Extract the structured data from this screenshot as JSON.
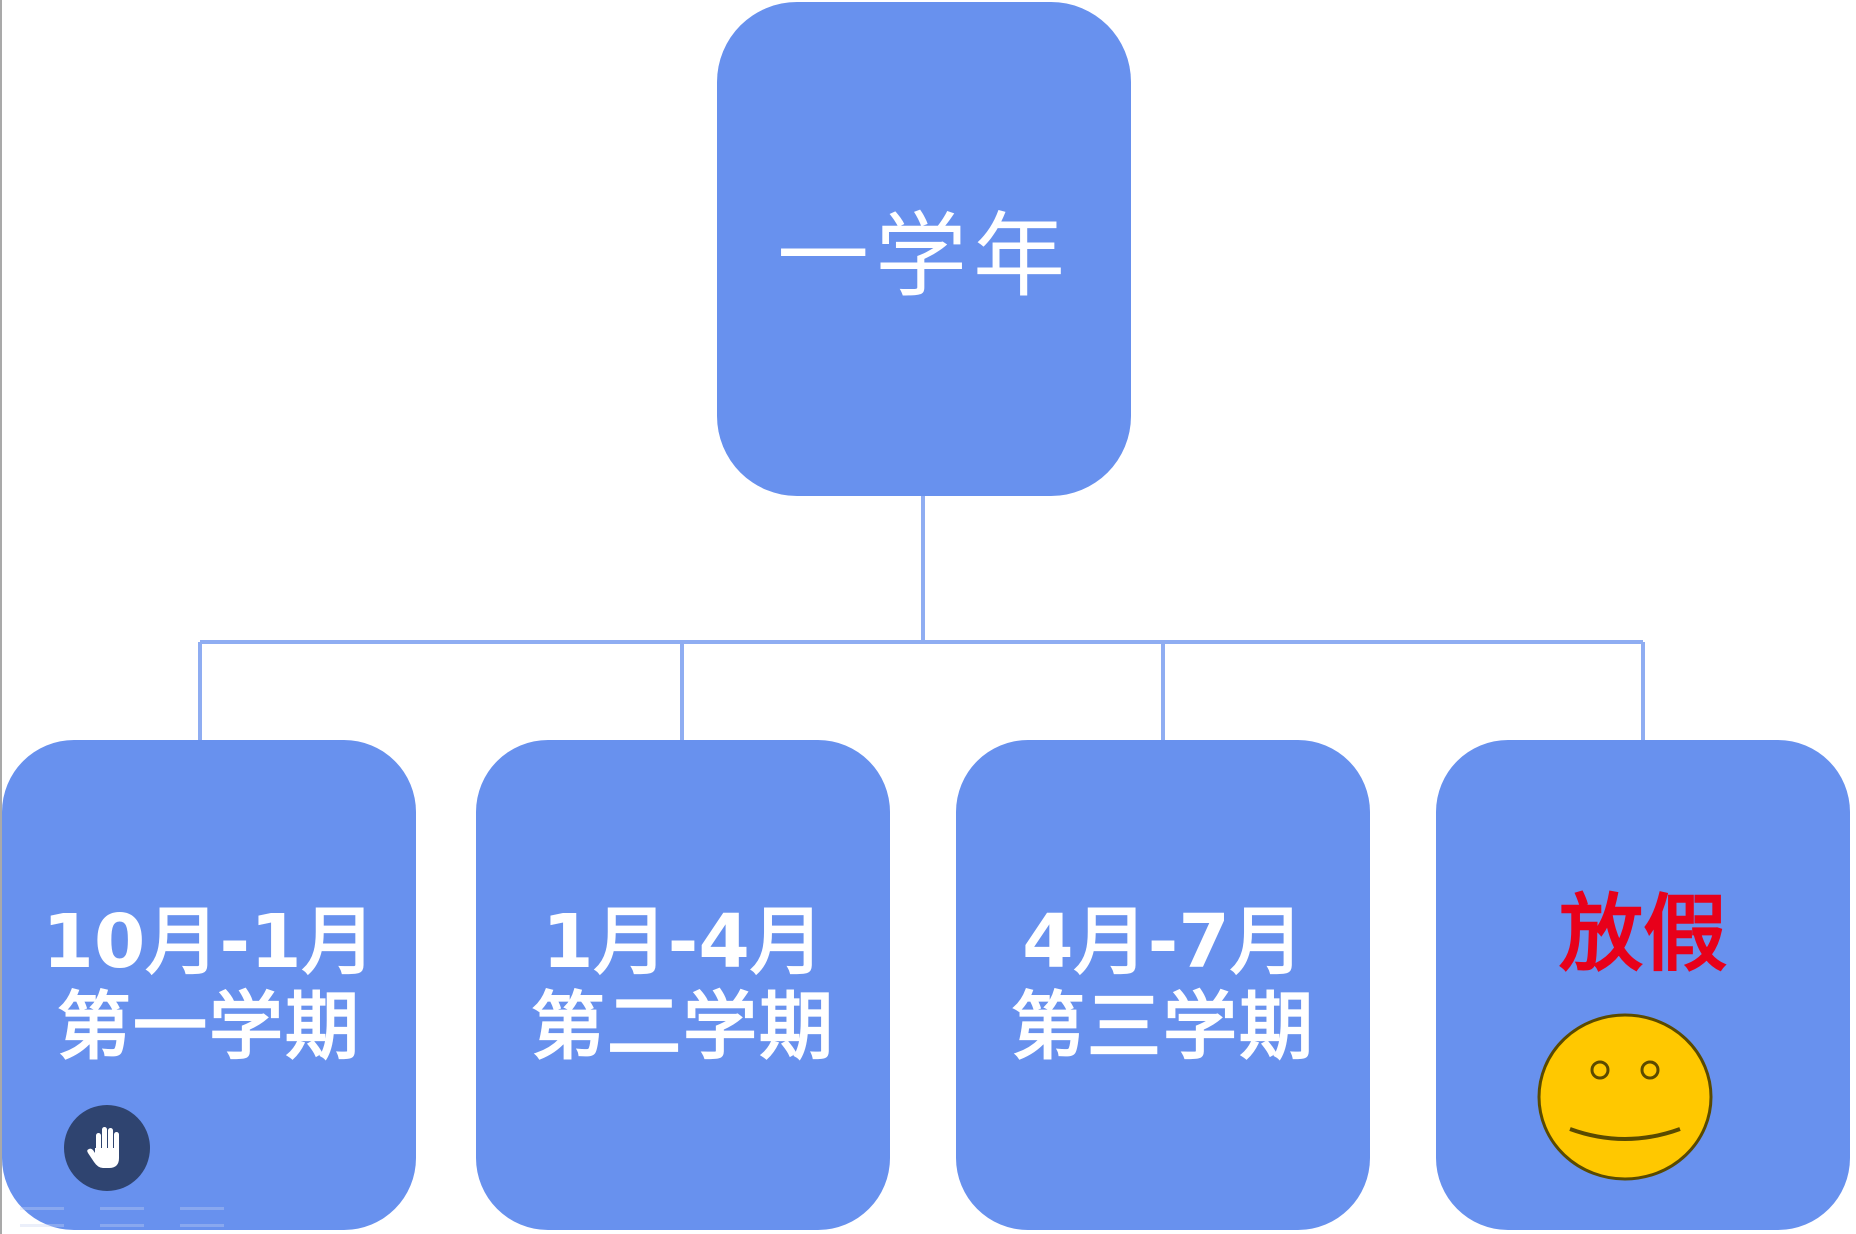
{
  "diagram": {
    "root": {
      "label": "一学年"
    },
    "children": [
      {
        "range": "10月-1月",
        "term": "第一学期"
      },
      {
        "range": "1月-4月",
        "term": "第二学期"
      },
      {
        "range": "4月-7月",
        "term": "第三学期"
      }
    ],
    "holiday": {
      "label": "放假",
      "icon": "smiley-face-icon"
    }
  },
  "colors": {
    "node_fill": "#6891ee",
    "connector": "#8fadf2",
    "text": "#ffffff",
    "holiday_text": "#e8001a",
    "smiley_fill": "#ffc800",
    "hand_button": "#2f4470"
  },
  "controls": {
    "hand_icon": "hand-icon"
  }
}
